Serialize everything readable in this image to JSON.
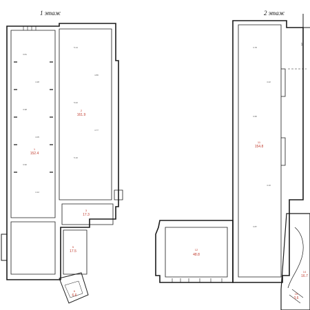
{
  "floors": [
    {
      "title": "1 этаж"
    },
    {
      "title": "2 этаж"
    }
  ],
  "rooms": [
    {
      "number": "1",
      "area": "152.4"
    },
    {
      "number": "2",
      "area": "161.9"
    },
    {
      "number": "3",
      "area": "17.3"
    },
    {
      "number": "5",
      "area": "17.5"
    },
    {
      "number": "6",
      "area": "6.6"
    },
    {
      "number": "11",
      "area": "154.8"
    },
    {
      "number": "12",
      "area": "48.8"
    },
    {
      "number": "14",
      "area": "16.7"
    },
    {
      "number": "15",
      "area": "3.6"
    },
    {
      "number": "1",
      "area": ""
    }
  ],
  "colors": {
    "wall": "#1a1a1a",
    "room_label": "#c0392b",
    "dimension_text": "#666666",
    "background": "#ffffff"
  }
}
